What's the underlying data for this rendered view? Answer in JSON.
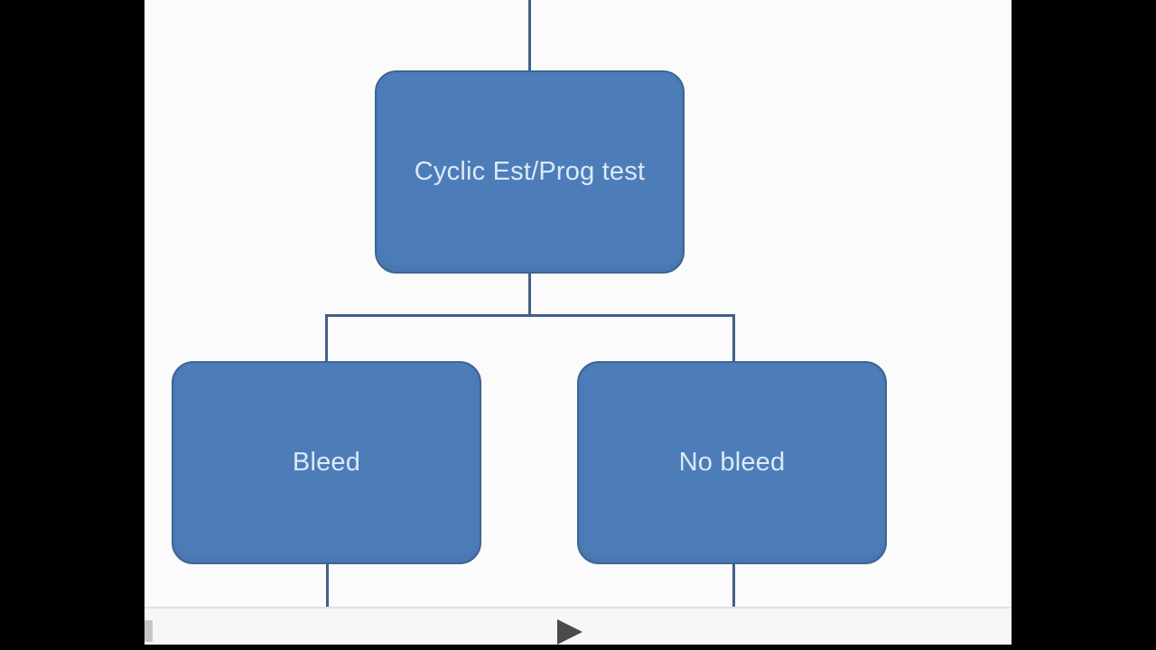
{
  "colors": {
    "node_fill": "#4d7db9",
    "node_border": "#3d6494",
    "node_text": "#dce9f7",
    "connector": "#426086",
    "canvas_bg": "#fbfbfb",
    "letterbox": "#000000",
    "player_bar_bg": "#f7f7f7",
    "player_bar_line": "#e2e2e2",
    "play_button": "#4a4a4a"
  },
  "diagram": {
    "type": "flowchart",
    "nodes": [
      {
        "id": "root",
        "label": "Cyclic Est/Prog test",
        "level": 1
      },
      {
        "id": "bleed",
        "label": "Bleed",
        "level": 2
      },
      {
        "id": "no_bleed",
        "label": "No bleed",
        "level": 2
      }
    ],
    "edges": [
      {
        "from": "offscreen-above",
        "to": "root"
      },
      {
        "from": "root",
        "to": "bleed"
      },
      {
        "from": "root",
        "to": "no_bleed"
      },
      {
        "from": "bleed",
        "to": "offscreen-below"
      },
      {
        "from": "no_bleed",
        "to": "offscreen-below"
      }
    ]
  },
  "player": {
    "play_icon": "play-triangle"
  }
}
